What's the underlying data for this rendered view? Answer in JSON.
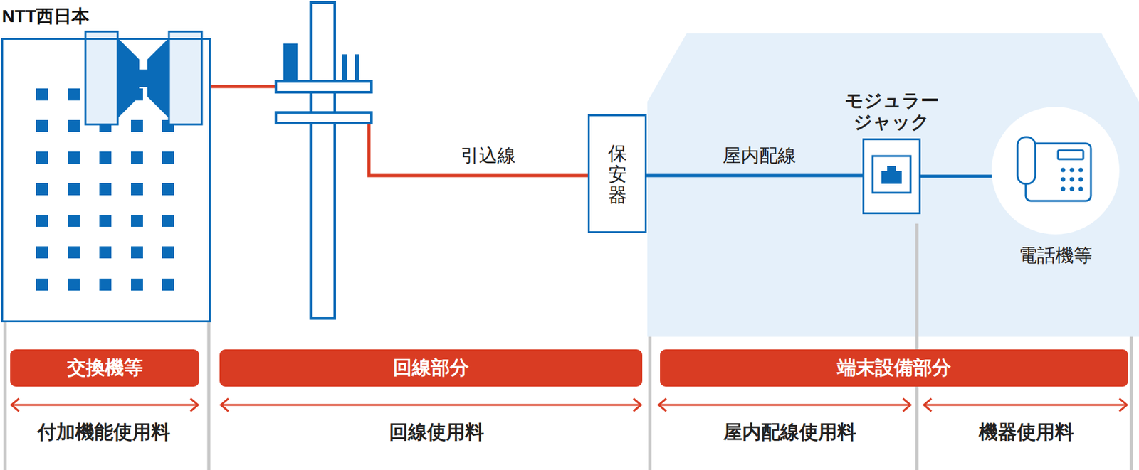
{
  "diagram": {
    "nodes": [
      {
        "text": [
          "NTT西日本"
        ]
      },
      {
        "text": [
          "保安器"
        ]
      },
      {
        "text": [
          "モジュラー ジャック"
        ]
      },
      {
        "text": [
          "電話機等"
        ]
      },
      {
        "text": [
          "交換機等"
        ]
      },
      {
        "text": [
          "回線部分"
        ]
      },
      {
        "text": [
          "端末設備部分"
        ]
      }
    ],
    "edges": [
      {
        "from": 0,
        "to": 1,
        "arrow": "none",
        "label": "引込線"
      },
      {
        "from": 1,
        "to": 2,
        "arrow": "none",
        "label": "屋内配線"
      },
      {
        "from": 2,
        "to": 3,
        "arrow": "none"
      }
    ],
    "labels": [
      "付加機能使用料",
      "回線使用料",
      "屋内配線使用料",
      "機器使用料"
    ]
  }
}
